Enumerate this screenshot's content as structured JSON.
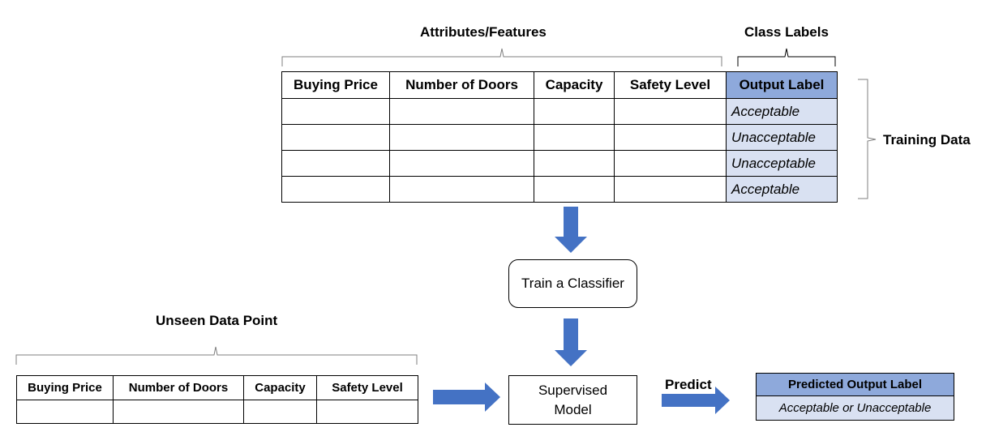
{
  "headings": {
    "attributes": "Attributes/Features",
    "class_labels": "Class Labels",
    "training_data": "Training Data",
    "unseen": "Unseen Data Point",
    "predict": "Predict"
  },
  "training_table": {
    "columns": [
      "Buying Price",
      "Number of Doors",
      "Capacity",
      "Safety Level",
      "Output Label"
    ],
    "labels": [
      "Acceptable",
      "Unacceptable",
      "Unacceptable",
      "Acceptable"
    ]
  },
  "unseen_table": {
    "columns": [
      "Buying Price",
      "Number of Doors",
      "Capacity",
      "Safety Level"
    ]
  },
  "nodes": {
    "train": "Train a Classifier",
    "model": "Supervised\nModel"
  },
  "prediction_table": {
    "header": "Predicted Output Label",
    "value": "Acceptable or Unacceptable"
  },
  "colors": {
    "arrow": "#4472c4",
    "header_fill": "#8ea9db",
    "label_fill": "#d9e1f2",
    "bracket": "#7f7f7f"
  }
}
